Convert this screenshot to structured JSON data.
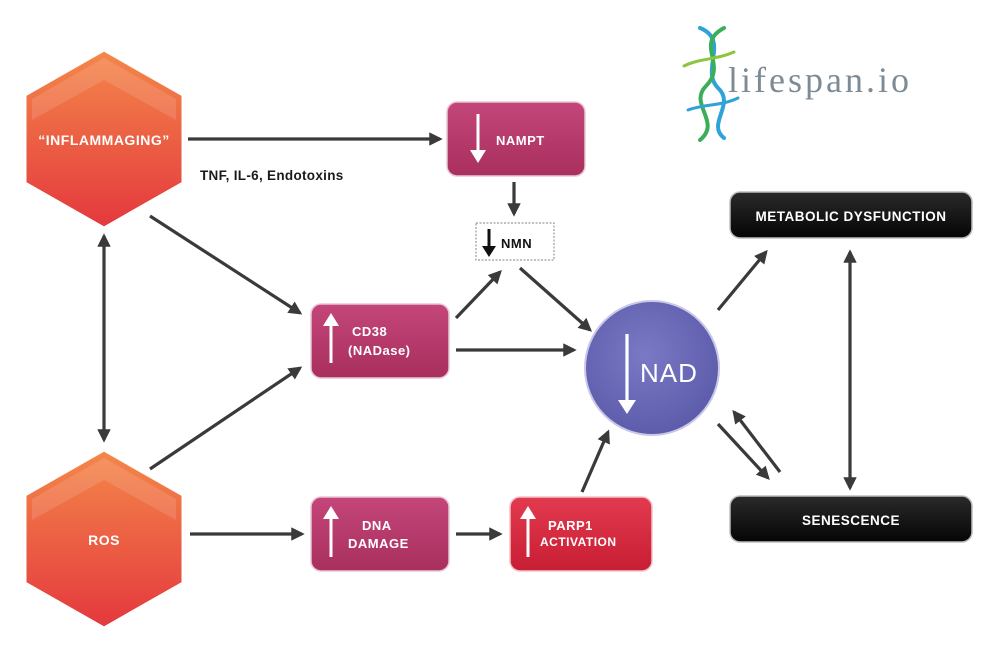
{
  "logo": {
    "text": "lifespan.io"
  },
  "nodes": {
    "inflammaging": "“INFLAMMAGING”",
    "ros": "ROS",
    "nampt": "NAMPT",
    "nmn": "NMN",
    "cd38_line1": "CD38",
    "cd38_line2": "(NADase)",
    "dna_line1": "DNA",
    "dna_line2": "DAMAGE",
    "parp1_line1": "PARP1",
    "parp1_line2": "ACTIVATION",
    "nad": "NAD",
    "metabolic": "METABOLIC DYSFUNCTION",
    "senescence": "SENESCENCE"
  },
  "edge_labels": {
    "inflammaging_to_nampt": "TNF, IL-6, Endotoxins"
  },
  "indicators": {
    "nampt": "down-arrow-icon",
    "nmn": "down-arrow-icon",
    "cd38": "up-arrow-icon",
    "dna": "up-arrow-icon",
    "parp1": "up-arrow-icon",
    "nad": "down-arrow-icon"
  },
  "colors": {
    "hexagon_top": "#f2804a",
    "hexagon_bottom": "#e0353f",
    "magenta_box": "#b8386a",
    "red_box": "#d9263f",
    "nad_circle": "#6b6ab8",
    "black_box": "#121212",
    "arrow": "#3a3a3a",
    "logo_text": "#7c8b96"
  }
}
